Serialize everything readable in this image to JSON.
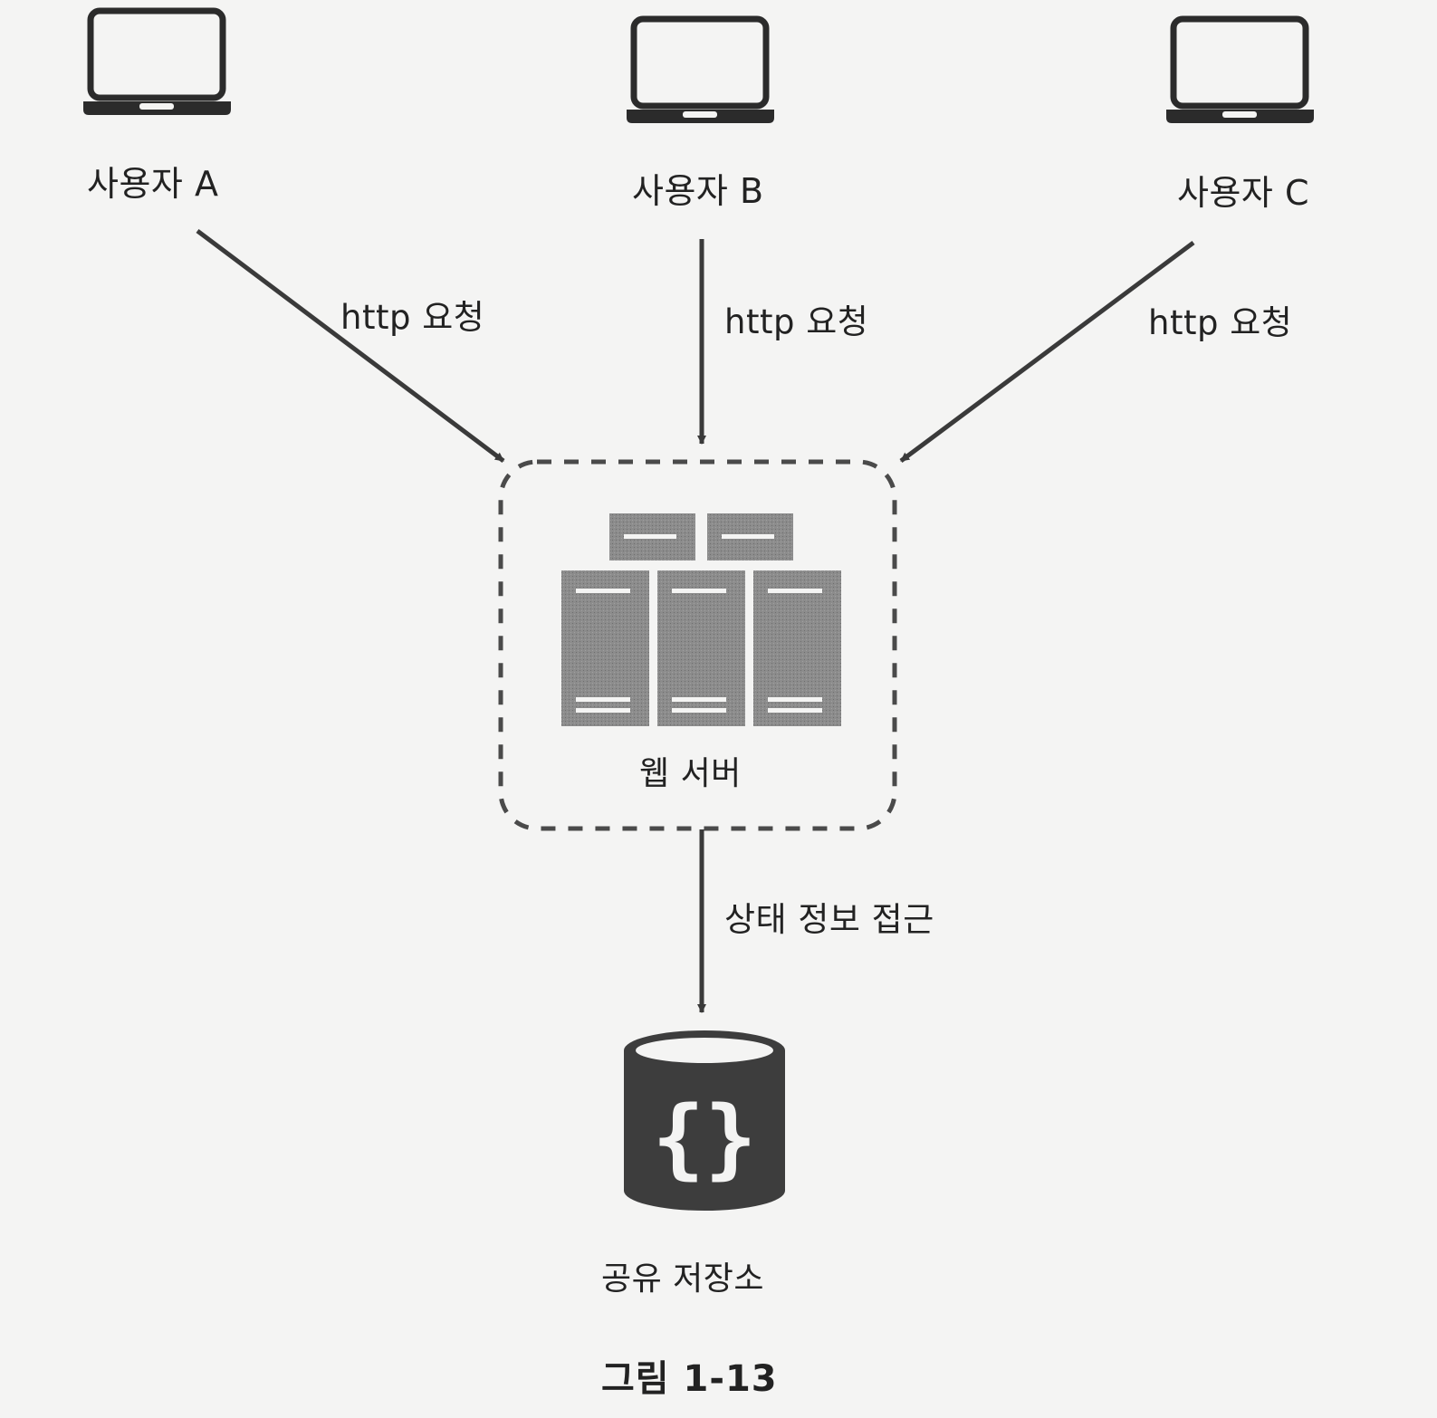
{
  "nodes": {
    "user_a": {
      "label": "사용자 A",
      "icon": "laptop-icon"
    },
    "user_b": {
      "label": "사용자 B",
      "icon": "laptop-icon"
    },
    "user_c": {
      "label": "사용자 C",
      "icon": "laptop-icon"
    },
    "web_server": {
      "label": "웹 서버",
      "icon": "server-rack-icon",
      "boundary": "dashed"
    },
    "shared_storage": {
      "label": "공유 저장소",
      "icon": "database-cylinder-icon"
    }
  },
  "edges": [
    {
      "from": "user_a",
      "to": "web_server",
      "label": "http 요청"
    },
    {
      "from": "user_b",
      "to": "web_server",
      "label": "http 요청"
    },
    {
      "from": "user_c",
      "to": "web_server",
      "label": "http 요청"
    },
    {
      "from": "web_server",
      "to": "shared_storage",
      "label": "상태 정보 접근"
    }
  ],
  "caption": "그림 1-13",
  "colors": {
    "stroke": "#3a3a3a",
    "server_fill": "#8a8a8a",
    "db_fill": "#3d3d3d",
    "background": "#f4f4f3"
  }
}
